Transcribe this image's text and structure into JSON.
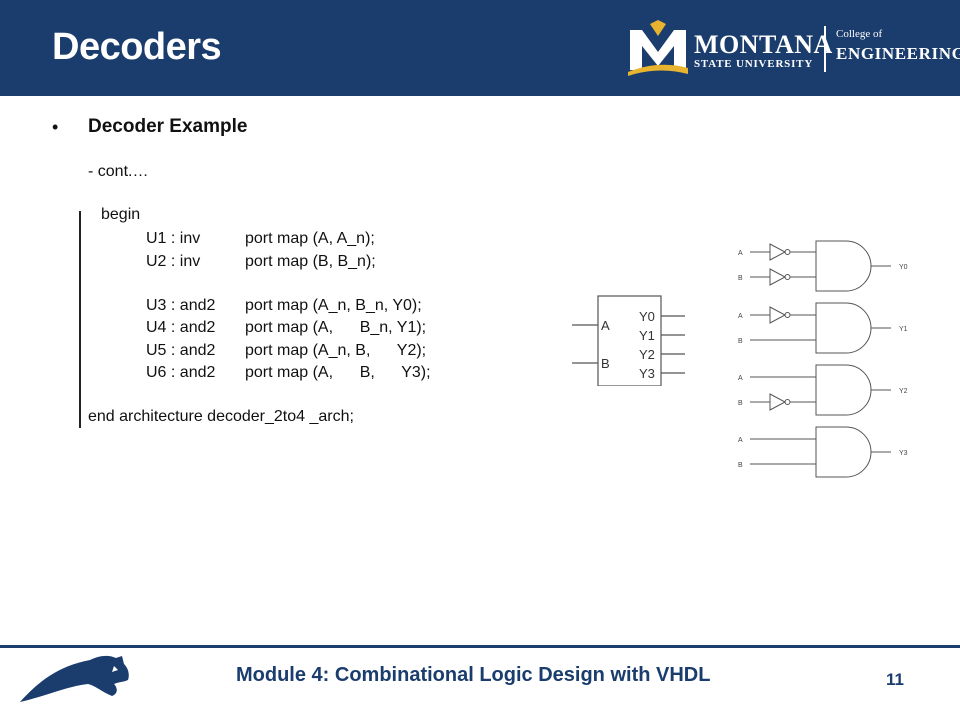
{
  "slide": {
    "title": "Decoders",
    "bullet": "Decoder Example",
    "subtext": "- cont.…",
    "page_number": "11",
    "footer": "Module 4: Combinational Logic Design with VHDL"
  },
  "logo": {
    "name": "MONTANA",
    "subtitle": "STATE UNIVERSITY",
    "college": "College of",
    "engineering": "ENGINEERING"
  },
  "code": {
    "begin": "begin",
    "rows": [
      {
        "label": "U1 : inv",
        "map": "port map (A, A_n);"
      },
      {
        "label": "U2 : inv",
        "map": "port map (B, B_n);"
      },
      {
        "label": "U3 : and2",
        "map": "port map (A_n, B_n, Y0);"
      },
      {
        "label": "U4 : and2",
        "map": "port map (A,      B_n, Y1);"
      },
      {
        "label": "U5 : and2",
        "map": "port map (A_n, B,      Y2);"
      },
      {
        "label": "U6 : and2",
        "map": "port map (A,      B,      Y3);"
      }
    ],
    "end": "end architecture decoder_2to4 _arch;"
  },
  "block_diagram": {
    "inputs": [
      "A",
      "B"
    ],
    "outputs": [
      "Y0",
      "Y1",
      "Y2",
      "Y3"
    ]
  },
  "gates": [
    {
      "inputs": [
        "A",
        "B"
      ],
      "output": "Y0"
    },
    {
      "inputs": [
        "A",
        "B"
      ],
      "output": "Y1"
    },
    {
      "inputs": [
        "A",
        "B"
      ],
      "output": "Y2"
    },
    {
      "inputs": [
        "A",
        "B"
      ],
      "output": "Y3"
    }
  ],
  "colors": {
    "brand_blue": "#1a3d6e",
    "logo_gold": "#e8b430"
  }
}
